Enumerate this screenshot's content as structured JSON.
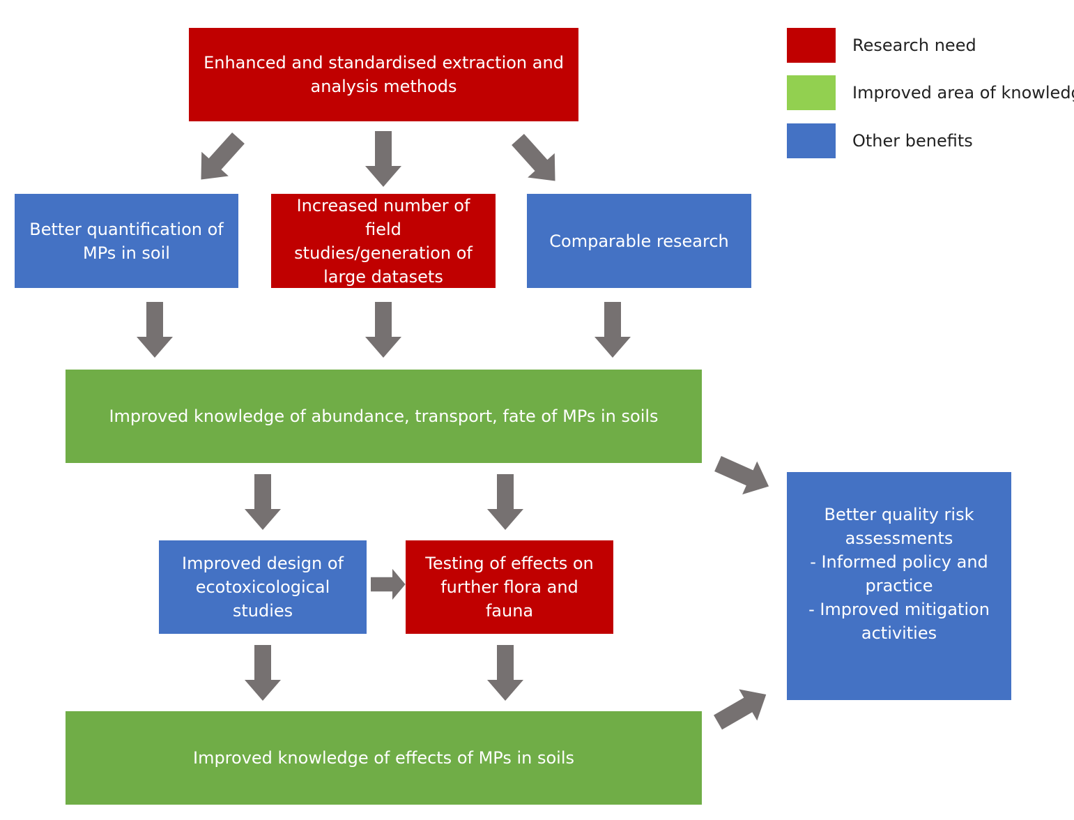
{
  "colors": {
    "research_need": "#c00000",
    "improved_knowledge": "#70ad47",
    "improved_knowledge_legend": "#92d050",
    "other_benefits": "#4472c4",
    "arrow": "#767171"
  },
  "legend": [
    {
      "label": "Research need"
    },
    {
      "label": "Improved area of knowledge"
    },
    {
      "label": "Other benefits"
    }
  ],
  "boxes": {
    "extraction_methods": "Enhanced and standardised extraction and\nanalysis methods",
    "better_quantification": "Better quantification of\nMPs in soil",
    "field_studies": "Increased number of field\nstudies/generation of\nlarge datasets",
    "comparable_research": "Comparable research",
    "knowledge_abundance": "Improved knowledge of abundance, transport, fate of MPs in soils",
    "ecotox_design": "Improved design of\necotoxicological studies",
    "testing_effects": "Testing of effects on\nfurther flora and fauna",
    "knowledge_effects": "Improved knowledge of effects of MPs in soils",
    "risk_assessments": "Better quality risk\nassessments\n- Informed policy and\npractice\n- Improved mitigation\nactivities"
  }
}
